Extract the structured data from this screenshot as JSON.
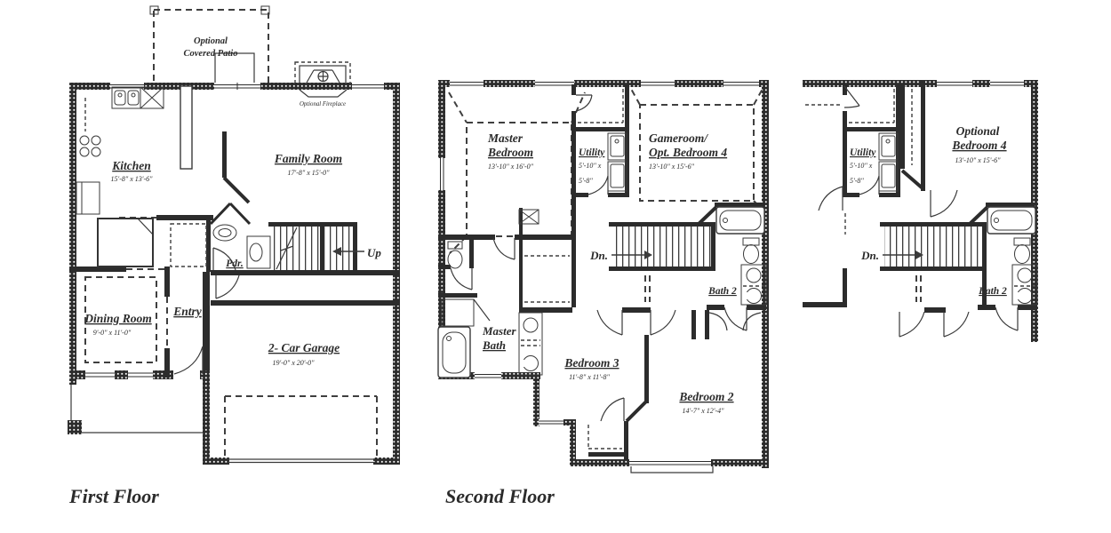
{
  "colors": {
    "wall": "#2c2c2c",
    "line": "#3a3a3a",
    "text": "#2b2b2b",
    "background": "#ffffff"
  },
  "first_floor": {
    "label": "First Floor",
    "rooms": {
      "kitchen": {
        "name": "Kitchen",
        "dims": "15'-8\" x 13'-6\""
      },
      "family_room": {
        "name": "Family Room",
        "dims": "17'-8\" x 15'-0\""
      },
      "powder": {
        "name": "Pdr."
      },
      "dining": {
        "name": "Dining Room",
        "dims": "9'-0\" x 11'-0\""
      },
      "entry": {
        "name": "Entry"
      },
      "garage": {
        "name": "2- Car Garage",
        "dims": "19'-0\" x 20'-0\""
      }
    },
    "annotations": {
      "patio_line1": "Optional",
      "patio_line2": "Covered Patio",
      "fireplace": "Optional Fireplace",
      "up": "Up"
    }
  },
  "second_floor": {
    "label": "Second Floor",
    "rooms": {
      "master_bedroom": {
        "name_line1": "Master",
        "name_line2": "Bedroom",
        "dims": "13'-10\" x 16'-0\""
      },
      "utility": {
        "name": "Utility",
        "dims_line1": "5'-10\" x",
        "dims_line2": "5'-8\""
      },
      "gameroom": {
        "name_line1": "Gameroom/",
        "name_line2": "Opt. Bedroom 4",
        "dims": "13'-10\" x 15'-6\""
      },
      "master_bath": {
        "name_line1": "Master",
        "name_line2": "Bath"
      },
      "bedroom3": {
        "name": "Bedroom 3",
        "dims": "11'-8\" x 11'-8\""
      },
      "bedroom2": {
        "name": "Bedroom 2",
        "dims": "14'-7\" x 12'-4\""
      },
      "bath2": {
        "name": "Bath 2"
      }
    },
    "annotations": {
      "down": "Dn."
    }
  },
  "optional_plan": {
    "rooms": {
      "utility": {
        "name": "Utility",
        "dims_line1": "5'-10\" x",
        "dims_line2": "5'-8\""
      },
      "bedroom4": {
        "name_line1": "Optional",
        "name_line2": "Bedroom 4",
        "dims": "13'-10\" x 15'-6\""
      },
      "bath2": {
        "name": "Bath 2"
      }
    },
    "annotations": {
      "down": "Dn."
    }
  }
}
